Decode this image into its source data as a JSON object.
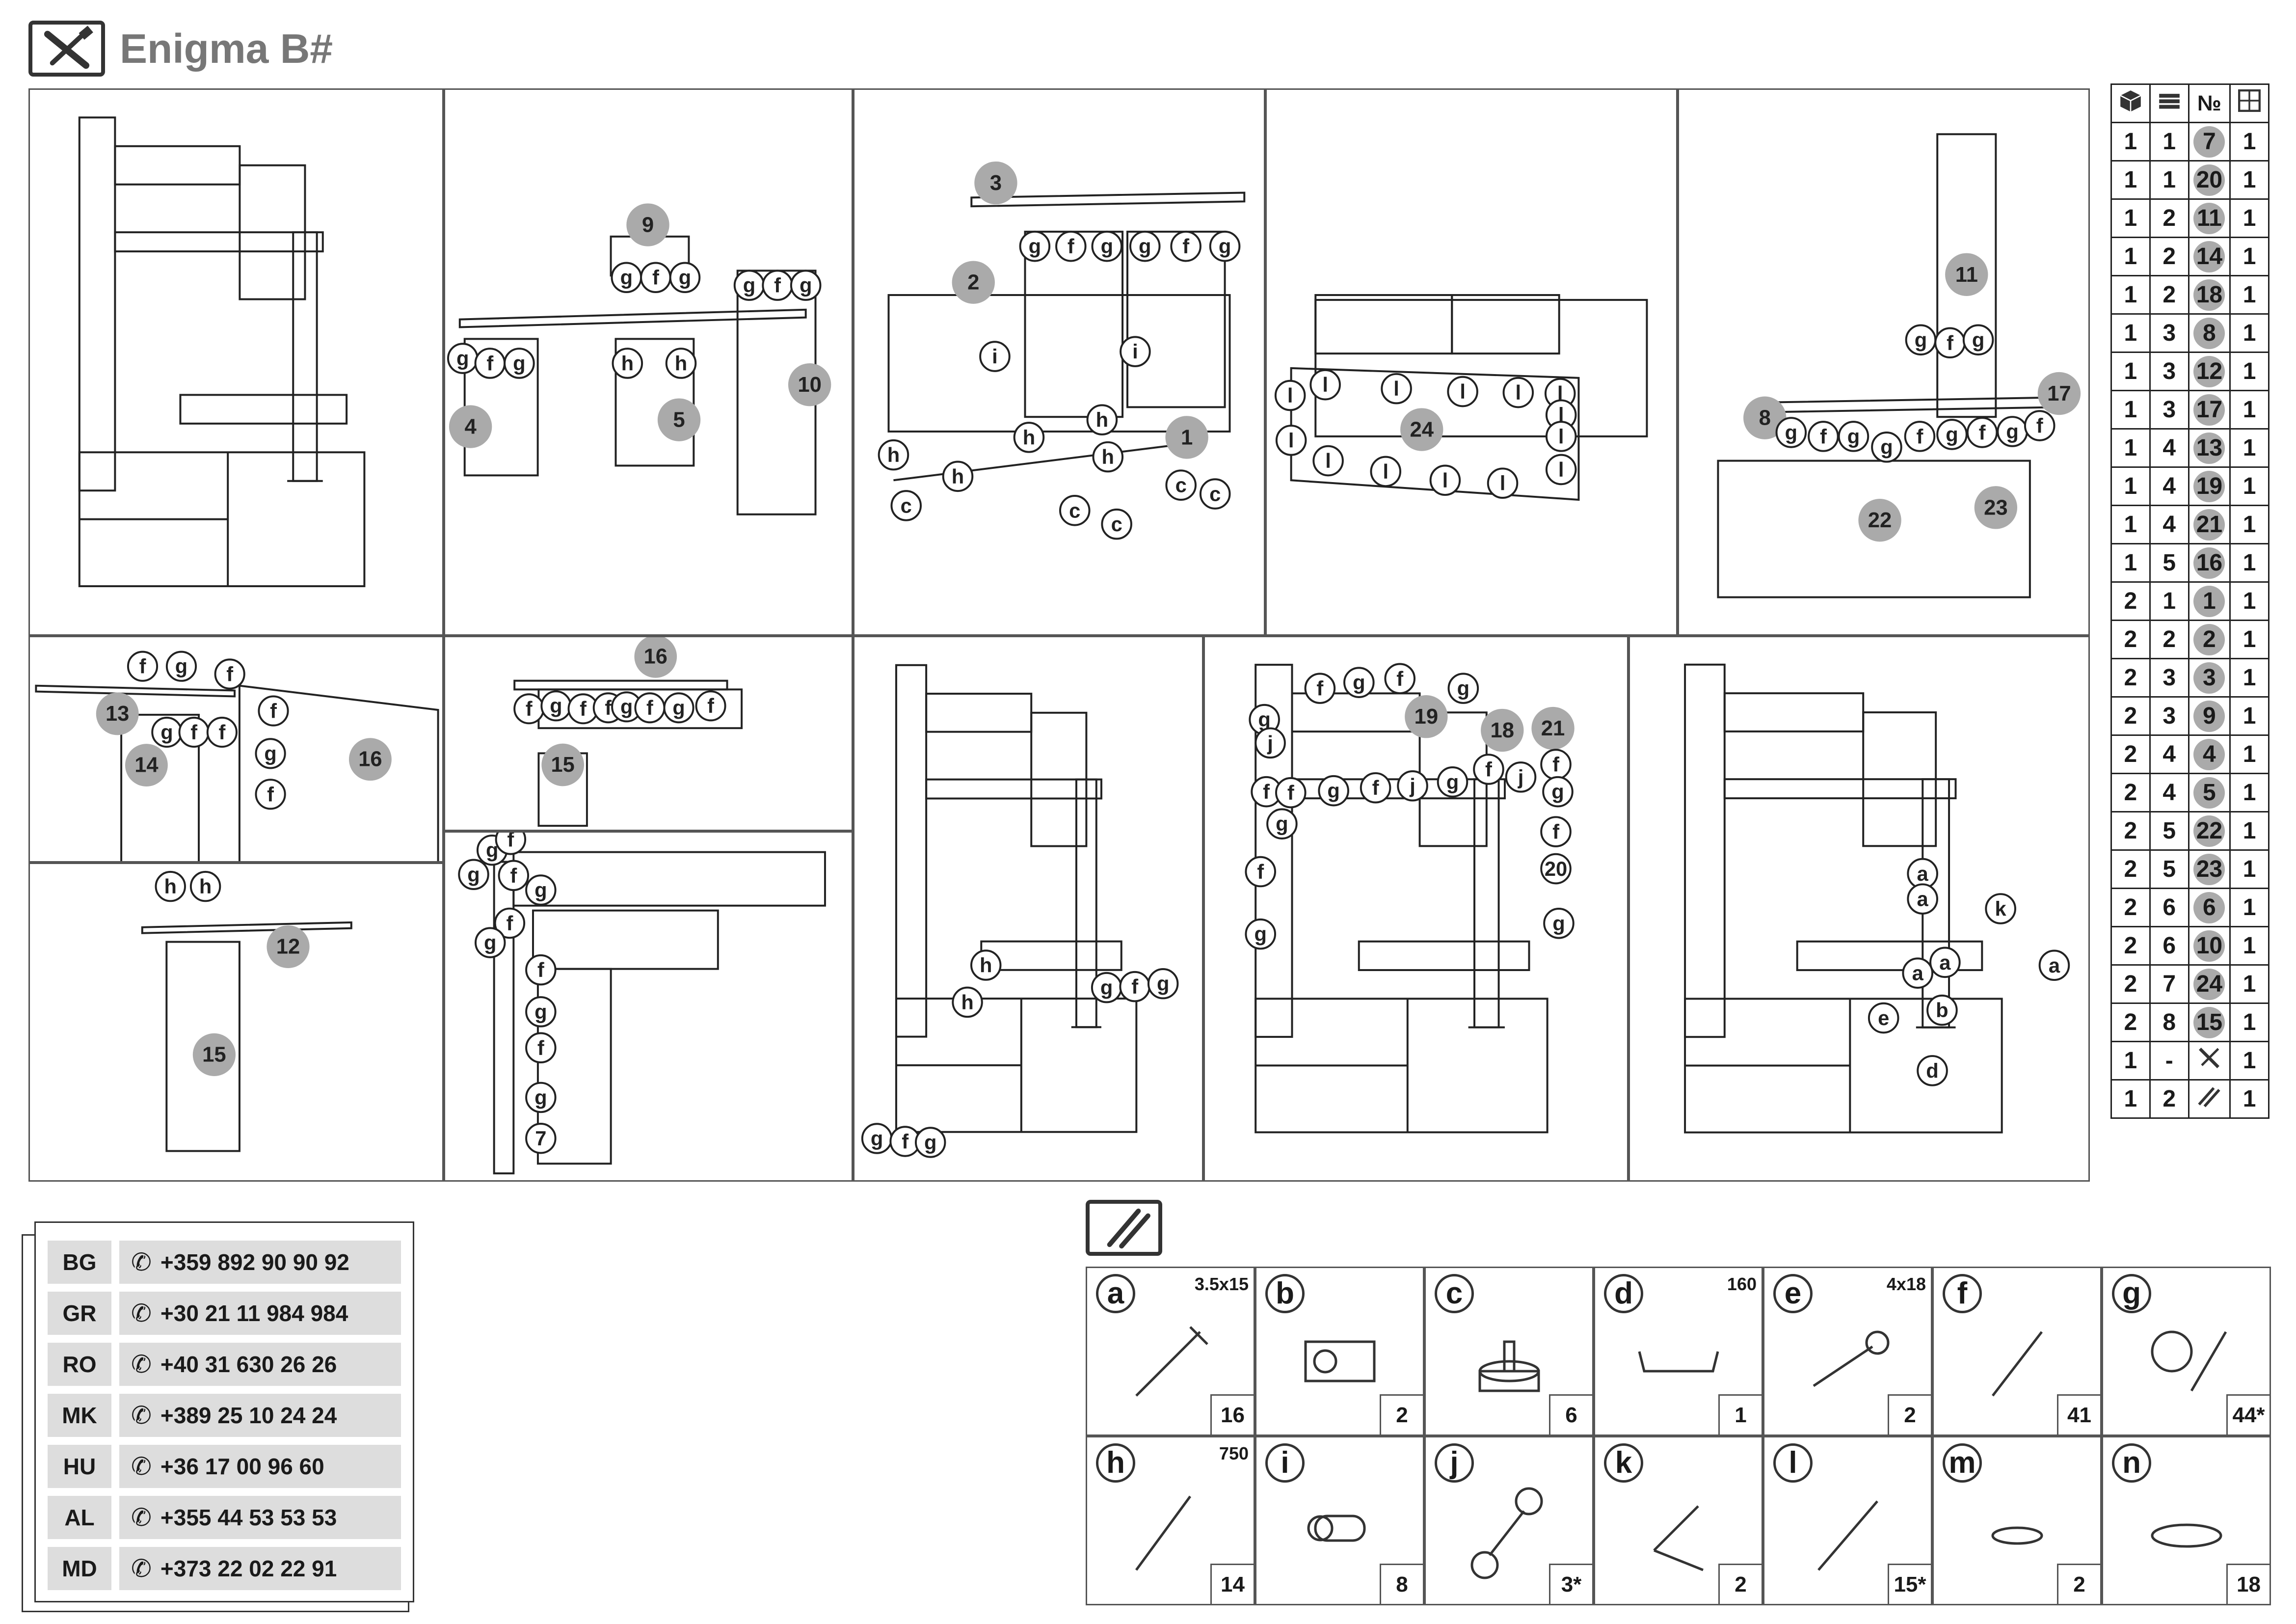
{
  "title": "Enigma B#",
  "header_icon": "tools-icon",
  "steps": {
    "s1": [],
    "s2": [
      "9",
      "g",
      "f",
      "g",
      "g",
      "f",
      "g",
      "g",
      "f",
      "g",
      "h",
      "h",
      "10",
      "4",
      "5"
    ],
    "s3": [
      "3",
      "g",
      "f",
      "g",
      "g",
      "f",
      "g",
      "2",
      "i",
      "i",
      "h",
      "h",
      "h",
      "h",
      "h",
      "1",
      "c",
      "c",
      "c",
      "c",
      "c"
    ],
    "s4": [
      "24",
      "l",
      "l",
      "l",
      "l",
      "l",
      "l",
      "l",
      "l",
      "l",
      "l",
      "l",
      "l",
      "l",
      "l",
      "l"
    ],
    "s5": [
      "11",
      "g",
      "f",
      "g",
      "8",
      "g",
      "f",
      "g",
      "g",
      "f",
      "g",
      "f",
      "g",
      "f",
      "17",
      "22",
      "23"
    ],
    "s6": [
      "f",
      "g",
      "f",
      "13",
      "f",
      "g",
      "f",
      "f",
      "14",
      "g",
      "f",
      "16"
    ],
    "s7": [
      "16",
      "f",
      "g",
      "f",
      "f",
      "g",
      "f",
      "g",
      "f",
      "15"
    ],
    "s8": [
      "h",
      "h",
      "12",
      "15"
    ],
    "s9": [
      "g",
      "f",
      "g",
      "f",
      "g",
      "f",
      "g",
      "f",
      "g",
      "f",
      "g",
      "7"
    ],
    "s10": [
      "g",
      "f",
      "g",
      "h",
      "h",
      "g",
      "f",
      "g"
    ],
    "s11": [
      "f",
      "g",
      "f",
      "g",
      "g",
      "19",
      "18",
      "21",
      "j",
      "j",
      "f",
      "g",
      "f",
      "g",
      "f",
      "g",
      "f",
      "j",
      "g",
      "f",
      "f",
      "20",
      "g",
      "f",
      "g"
    ],
    "s12": [
      "a",
      "a",
      "k",
      "a",
      "a",
      "a",
      "b",
      "e",
      "d"
    ]
  },
  "parts_table": {
    "header_icons": [
      "box-icon",
      "package-layers-icon",
      "number-sign",
      "parts-grid-icon"
    ],
    "header_labels": [
      "",
      "",
      "№",
      ""
    ],
    "rows": [
      [
        "1",
        "1",
        "7",
        "1"
      ],
      [
        "1",
        "1",
        "20",
        "1"
      ],
      [
        "1",
        "2",
        "11",
        "1"
      ],
      [
        "1",
        "2",
        "14",
        "1"
      ],
      [
        "1",
        "2",
        "18",
        "1"
      ],
      [
        "1",
        "3",
        "8",
        "1"
      ],
      [
        "1",
        "3",
        "12",
        "1"
      ],
      [
        "1",
        "3",
        "17",
        "1"
      ],
      [
        "1",
        "4",
        "13",
        "1"
      ],
      [
        "1",
        "4",
        "19",
        "1"
      ],
      [
        "1",
        "4",
        "21",
        "1"
      ],
      [
        "1",
        "5",
        "16",
        "1"
      ],
      [
        "2",
        "1",
        "1",
        "1"
      ],
      [
        "2",
        "2",
        "2",
        "1"
      ],
      [
        "2",
        "3",
        "3",
        "1"
      ],
      [
        "2",
        "3",
        "9",
        "1"
      ],
      [
        "2",
        "4",
        "4",
        "1"
      ],
      [
        "2",
        "4",
        "5",
        "1"
      ],
      [
        "2",
        "5",
        "22",
        "1"
      ],
      [
        "2",
        "5",
        "23",
        "1"
      ],
      [
        "2",
        "6",
        "6",
        "1"
      ],
      [
        "2",
        "6",
        "10",
        "1"
      ],
      [
        "2",
        "7",
        "24",
        "1"
      ],
      [
        "2",
        "8",
        "15",
        "1"
      ],
      [
        "1",
        "-",
        "tools-icon",
        "1"
      ],
      [
        "1",
        "2",
        "hardware-icon",
        "1"
      ]
    ]
  },
  "phones": [
    {
      "country": "BG",
      "number": "+359 892 90 90 92"
    },
    {
      "country": "GR",
      "number": "+30 21 11 984 984"
    },
    {
      "country": "RO",
      "number": "+40 31 630 26 26"
    },
    {
      "country": "MK",
      "number": "+389 25 10 24 24"
    },
    {
      "country": "HU",
      "number": "+36 17 00 96 60"
    },
    {
      "country": "AL",
      "number": "+355 44 53 53 53"
    },
    {
      "country": "MD",
      "number": "+373 22 02 22 91"
    }
  ],
  "hardware_icon": "hardware-icon",
  "hardware": [
    {
      "letter": "a",
      "size": "3.5x15",
      "qty": "16",
      "icon": "wood-screw-icon"
    },
    {
      "letter": "b",
      "size": "",
      "qty": "2",
      "icon": "hinge-icon"
    },
    {
      "letter": "c",
      "size": "",
      "qty": "6",
      "icon": "foot-icon"
    },
    {
      "letter": "d",
      "size": "160",
      "qty": "1",
      "icon": "handle-icon"
    },
    {
      "letter": "e",
      "size": "4x18",
      "qty": "2",
      "icon": "machine-screw-icon"
    },
    {
      "letter": "f",
      "size": "",
      "qty": "41",
      "icon": "dowel-icon"
    },
    {
      "letter": "g",
      "size": "",
      "qty": "44*",
      "icon": "cam-lock-icon"
    },
    {
      "letter": "h",
      "size": "750",
      "qty": "14",
      "icon": "confirmat-screw-icon"
    },
    {
      "letter": "i",
      "size": "",
      "qty": "8",
      "icon": "shelf-pin-icon"
    },
    {
      "letter": "j",
      "size": "",
      "qty": "3*",
      "icon": "double-cam-icon"
    },
    {
      "letter": "k",
      "size": "",
      "qty": "2",
      "icon": "door-stay-icon"
    },
    {
      "letter": "l",
      "size": "",
      "qty": "15*",
      "icon": "nail-icon"
    },
    {
      "letter": "m",
      "size": "",
      "qty": "2",
      "icon": "disc-cap-icon"
    },
    {
      "letter": "n",
      "size": "",
      "qty": "18",
      "icon": "disc-cap-large-icon"
    }
  ],
  "phone_icon": "phone-icon"
}
